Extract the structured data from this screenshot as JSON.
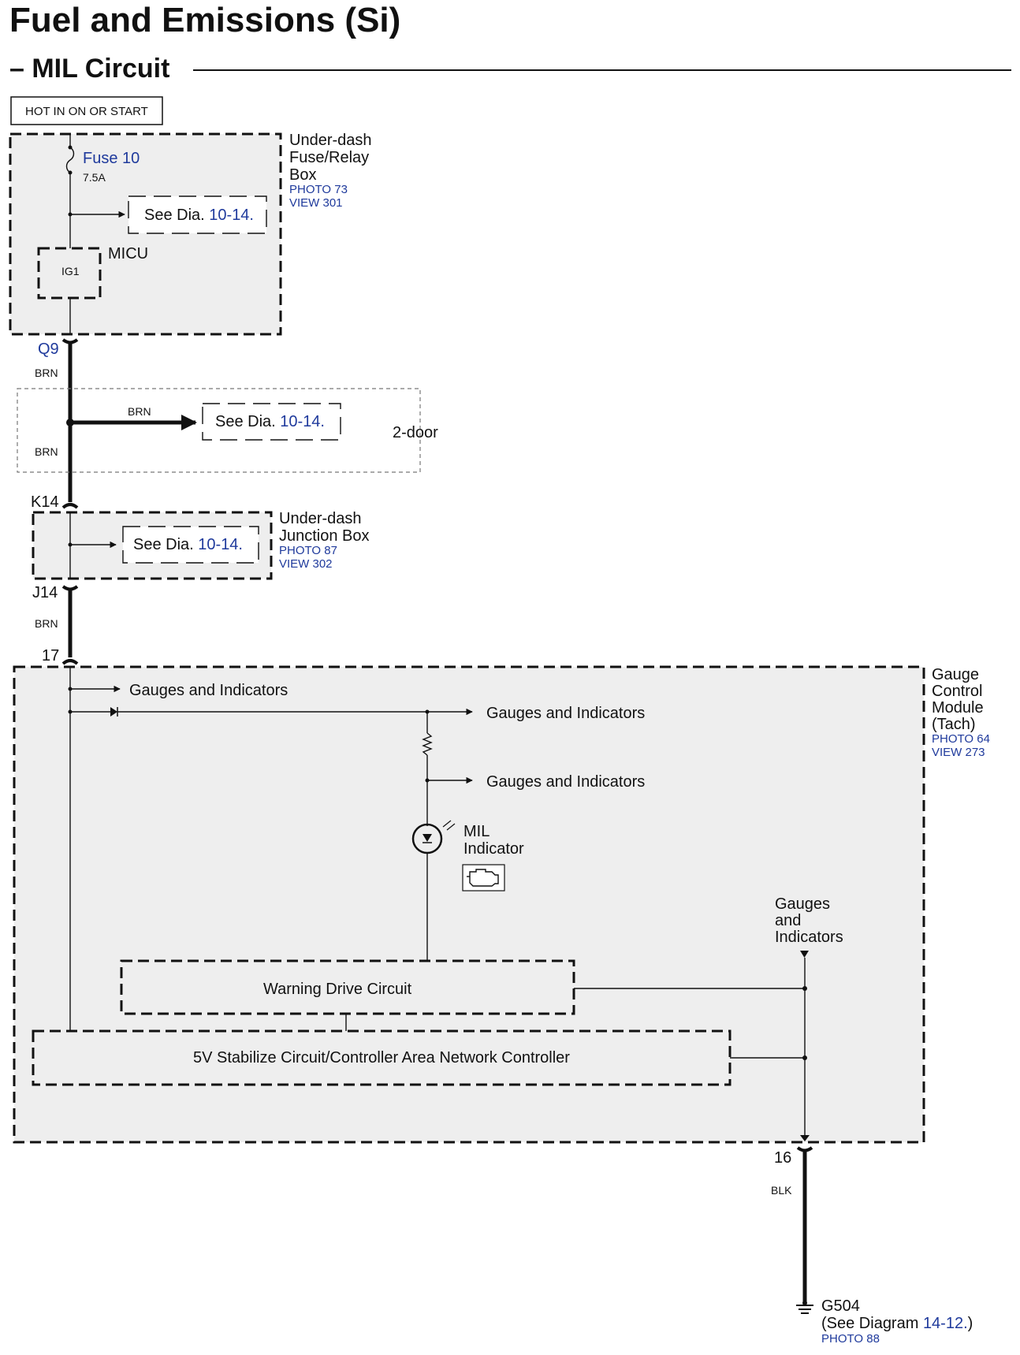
{
  "header": {
    "title": "Fuel and Emissions (Si)",
    "subtitle": "– MIL Circuit"
  },
  "power": {
    "label": "HOT IN ON OR START"
  },
  "fuse_box": {
    "name_lines": [
      "Under-dash",
      "Fuse/Relay",
      "Box"
    ],
    "photo": "PHOTO 73",
    "view": "VIEW 301",
    "fuse_name": "Fuse 10",
    "fuse_rating": "7.5A",
    "micu": "MICU",
    "ig1": "IG1",
    "see": "See Dia.",
    "see_ref": "10-14."
  },
  "connectors": {
    "q9": "Q9",
    "k14": "K14",
    "j14": "J14",
    "c17": "17",
    "c16": "16"
  },
  "wires": {
    "brn": "BRN",
    "blk": "BLK"
  },
  "two_door": {
    "label": "2-door",
    "see": "See Dia.",
    "see_ref": "10-14."
  },
  "junction_box": {
    "name_lines": [
      "Under-dash",
      "Junction Box"
    ],
    "photo": "PHOTO 87",
    "view": "VIEW 302",
    "see": "See Dia.",
    "see_ref": "10-14."
  },
  "gauge_module": {
    "name_lines": [
      "Gauge",
      "Control",
      "Module",
      "(Tach)"
    ],
    "photo": "PHOTO 64",
    "view": "VIEW 273",
    "gi_1": "Gauges and Indicators",
    "gi_2": "Gauges and Indicators",
    "gi_3": "Gauges and Indicators",
    "gi_4_lines": [
      "Gauges",
      "and",
      "Indicators"
    ],
    "mil_lines": [
      "MIL",
      "Indicator"
    ],
    "warning_drive": "Warning Drive Circuit",
    "stabilize": "5V Stabilize Circuit/Controller Area Network Controller",
    "mil_icon": "engine-check-icon"
  },
  "ground": {
    "name": "G504",
    "see_pre": "(See Diagram ",
    "see_ref": "14-12.",
    "see_post": ")",
    "photo": "PHOTO 88"
  }
}
